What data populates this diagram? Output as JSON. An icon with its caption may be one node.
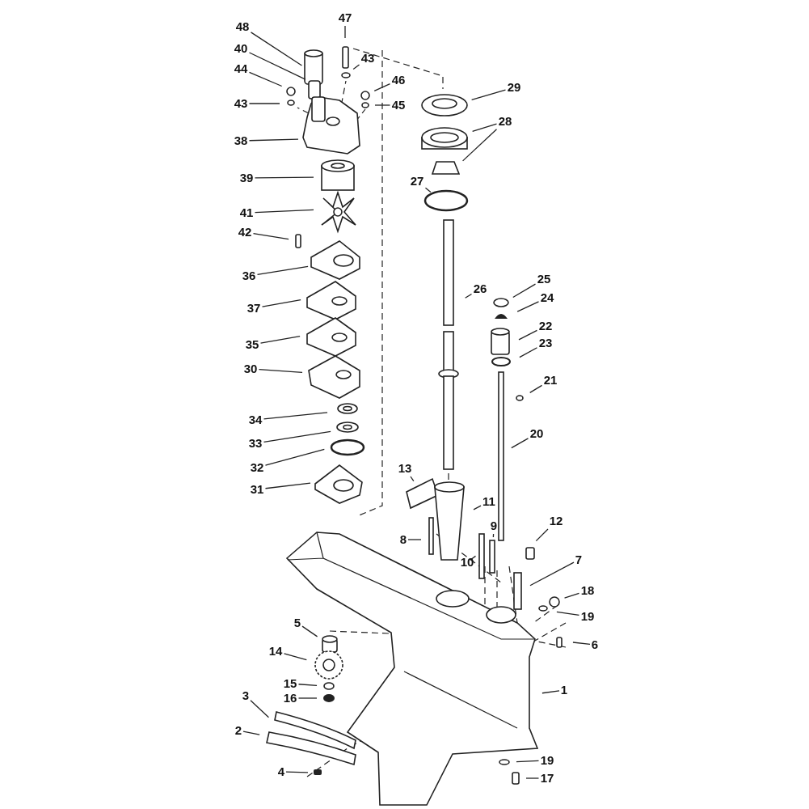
{
  "diagram": {
    "nodes": [
      {
        "text": [
          "48"
        ]
      },
      {
        "text": [
          "47"
        ]
      },
      {
        "text": [
          "40"
        ]
      },
      {
        "text": [
          "43"
        ]
      },
      {
        "text": [
          "44"
        ]
      },
      {
        "text": [
          "46"
        ]
      },
      {
        "text": [
          "43"
        ]
      },
      {
        "text": [
          "45"
        ]
      },
      {
        "text": [
          "38"
        ]
      },
      {
        "text": [
          "39"
        ]
      },
      {
        "text": [
          "41"
        ]
      },
      {
        "text": [
          "42"
        ]
      },
      {
        "text": [
          "36"
        ]
      },
      {
        "text": [
          "37"
        ]
      },
      {
        "text": [
          "35"
        ]
      },
      {
        "text": [
          "30"
        ]
      },
      {
        "text": [
          "34"
        ]
      },
      {
        "text": [
          "33"
        ]
      },
      {
        "text": [
          "32"
        ]
      },
      {
        "text": [
          "31"
        ]
      },
      {
        "text": [
          "29"
        ]
      },
      {
        "text": [
          "28"
        ]
      },
      {
        "text": [
          "27"
        ]
      },
      {
        "text": [
          "26"
        ]
      },
      {
        "text": [
          "25"
        ]
      },
      {
        "text": [
          "24"
        ]
      },
      {
        "text": [
          "22"
        ]
      },
      {
        "text": [
          "23"
        ]
      },
      {
        "text": [
          "21"
        ]
      },
      {
        "text": [
          "20"
        ]
      },
      {
        "text": [
          "13"
        ]
      },
      {
        "text": [
          "11"
        ]
      },
      {
        "text": [
          "12"
        ]
      },
      {
        "text": [
          "8"
        ]
      },
      {
        "text": [
          "9"
        ]
      },
      {
        "text": [
          "10"
        ]
      },
      {
        "text": [
          "7"
        ]
      },
      {
        "text": [
          "18"
        ]
      },
      {
        "text": [
          "19"
        ]
      },
      {
        "text": [
          "6"
        ]
      },
      {
        "text": [
          "1"
        ]
      },
      {
        "text": [
          "5"
        ]
      },
      {
        "text": [
          "14"
        ]
      },
      {
        "text": [
          "15"
        ]
      },
      {
        "text": [
          "16"
        ]
      },
      {
        "text": [
          "3"
        ]
      },
      {
        "text": [
          "2"
        ]
      },
      {
        "text": [
          "4"
        ]
      },
      {
        "text": [
          "19"
        ]
      },
      {
        "text": [
          "17"
        ]
      }
    ],
    "edges": [
      {
        "from": 0,
        "to": null,
        "arrow": "none"
      },
      {
        "from": 1,
        "to": null,
        "arrow": "none"
      },
      {
        "from": 2,
        "to": null,
        "arrow": "none"
      },
      {
        "from": 3,
        "to": null,
        "arrow": "none"
      },
      {
        "from": 4,
        "to": null,
        "arrow": "none"
      },
      {
        "from": 5,
        "to": null,
        "arrow": "none"
      },
      {
        "from": 6,
        "to": null,
        "arrow": "none"
      },
      {
        "from": 7,
        "to": null,
        "arrow": "none"
      },
      {
        "from": 8,
        "to": null,
        "arrow": "none"
      },
      {
        "from": 9,
        "to": null,
        "arrow": "none"
      },
      {
        "from": 10,
        "to": null,
        "arrow": "none"
      },
      {
        "from": 11,
        "to": null,
        "arrow": "none"
      },
      {
        "from": 12,
        "to": null,
        "arrow": "none"
      },
      {
        "from": 13,
        "to": null,
        "arrow": "none"
      },
      {
        "from": 14,
        "to": null,
        "arrow": "none"
      },
      {
        "from": 15,
        "to": null,
        "arrow": "none"
      },
      {
        "from": 16,
        "to": null,
        "arrow": "none"
      },
      {
        "from": 17,
        "to": null,
        "arrow": "none"
      },
      {
        "from": 18,
        "to": null,
        "arrow": "none"
      },
      {
        "from": 19,
        "to": null,
        "arrow": "none"
      },
      {
        "from": 20,
        "to": null,
        "arrow": "none"
      },
      {
        "from": 21,
        "to": null,
        "arrow": "none"
      },
      {
        "from": 21,
        "to": null,
        "arrow": "none"
      },
      {
        "from": 22,
        "to": null,
        "arrow": "none"
      },
      {
        "from": 23,
        "to": null,
        "arrow": "none"
      },
      {
        "from": 24,
        "to": null,
        "arrow": "none"
      },
      {
        "from": 25,
        "to": null,
        "arrow": "none"
      },
      {
        "from": 26,
        "to": null,
        "arrow": "none"
      },
      {
        "from": 27,
        "to": null,
        "arrow": "none"
      },
      {
        "from": 28,
        "to": null,
        "arrow": "none"
      },
      {
        "from": 29,
        "to": null,
        "arrow": "none"
      },
      {
        "from": 30,
        "to": null,
        "arrow": "none"
      },
      {
        "from": 31,
        "to": null,
        "arrow": "none"
      },
      {
        "from": 32,
        "to": null,
        "arrow": "none"
      },
      {
        "from": 33,
        "to": null,
        "arrow": "none"
      },
      {
        "from": 34,
        "to": null,
        "arrow": "none"
      },
      {
        "from": 35,
        "to": null,
        "arrow": "none"
      },
      {
        "from": 36,
        "to": null,
        "arrow": "none"
      },
      {
        "from": 37,
        "to": null,
        "arrow": "none"
      },
      {
        "from": 38,
        "to": null,
        "arrow": "none"
      },
      {
        "from": 39,
        "to": null,
        "arrow": "none"
      },
      {
        "from": 40,
        "to": null,
        "arrow": "none"
      },
      {
        "from": 41,
        "to": null,
        "arrow": "none"
      },
      {
        "from": 42,
        "to": null,
        "arrow": "none"
      },
      {
        "from": 43,
        "to": null,
        "arrow": "none"
      },
      {
        "from": 44,
        "to": null,
        "arrow": "none"
      },
      {
        "from": 45,
        "to": null,
        "arrow": "none"
      },
      {
        "from": 46,
        "to": null,
        "arrow": "none"
      },
      {
        "from": 47,
        "to": null,
        "arrow": "none"
      },
      {
        "from": 48,
        "to": null,
        "arrow": "none"
      },
      {
        "from": 49,
        "to": null,
        "arrow": "none"
      }
    ]
  }
}
